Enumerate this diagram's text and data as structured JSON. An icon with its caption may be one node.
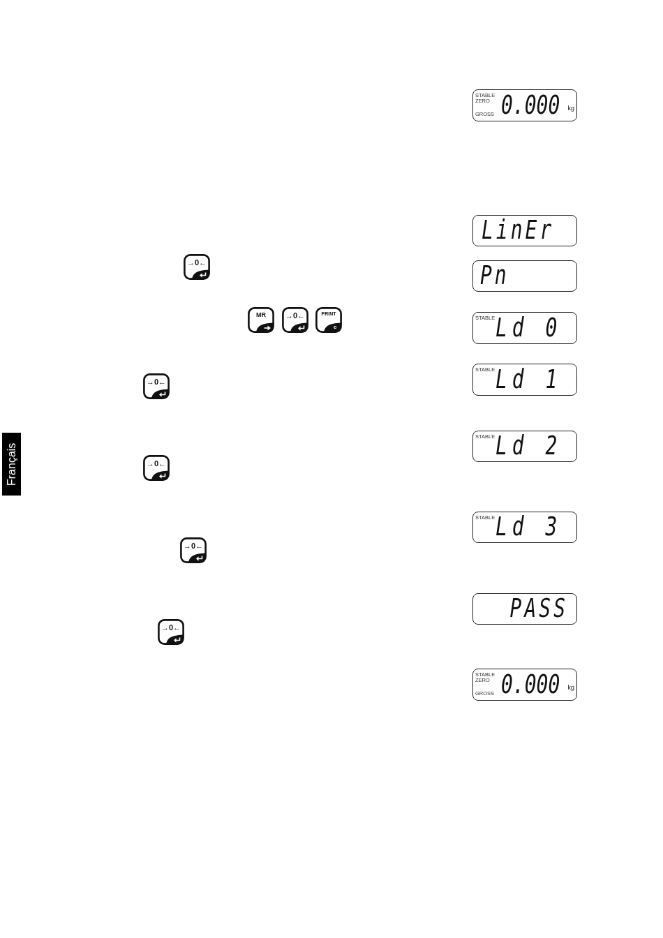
{
  "diagram": {
    "nodes": [
      {
        "text": [
          "STABLE",
          "ZERO",
          "GROSS",
          "0.000",
          "kg"
        ]
      },
      {
        "text": [
          "LinEr"
        ]
      },
      {
        "text": [
          "→0←"
        ]
      },
      {
        "text": [
          "Pn"
        ]
      },
      {
        "text": [
          "MR"
        ]
      },
      {
        "text": [
          "→0←"
        ]
      },
      {
        "text": [
          "PRINT",
          "c"
        ]
      },
      {
        "text": [
          "STABLE",
          "Ld 0"
        ]
      },
      {
        "text": [
          "STABLE",
          "Ld 1"
        ]
      },
      {
        "text": [
          "→0←"
        ]
      },
      {
        "text": [
          "STABLE",
          "Ld 2"
        ]
      },
      {
        "text": [
          "Français"
        ]
      },
      {
        "text": [
          "→0←"
        ]
      },
      {
        "text": [
          "STABLE",
          "Ld 3"
        ]
      },
      {
        "text": [
          "→0←"
        ]
      },
      {
        "text": [
          "PASS"
        ]
      },
      {
        "text": [
          "→0←"
        ]
      },
      {
        "text": [
          "STABLE",
          "ZERO",
          "GROSS",
          "0.000",
          "kg"
        ]
      }
    ]
  }
}
